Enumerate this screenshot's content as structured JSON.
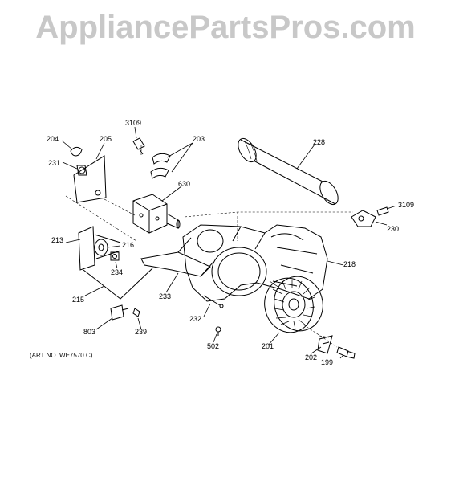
{
  "watermark": "AppliancePartsPros.com",
  "art_number": "(ART NO. WE7570 C)",
  "parts": [
    {
      "id": "p204",
      "label": "204"
    },
    {
      "id": "p205",
      "label": "205"
    },
    {
      "id": "p231",
      "label": "231"
    },
    {
      "id": "p3109a",
      "label": "3109"
    },
    {
      "id": "p203",
      "label": "203"
    },
    {
      "id": "p630",
      "label": "630"
    },
    {
      "id": "p228",
      "label": "228"
    },
    {
      "id": "p3109b",
      "label": "3109"
    },
    {
      "id": "p230",
      "label": "230"
    },
    {
      "id": "p213",
      "label": "213"
    },
    {
      "id": "p216",
      "label": "216"
    },
    {
      "id": "p234",
      "label": "234"
    },
    {
      "id": "p215",
      "label": "215"
    },
    {
      "id": "p233",
      "label": "233"
    },
    {
      "id": "p218",
      "label": "218"
    },
    {
      "id": "p232",
      "label": "232"
    },
    {
      "id": "p803",
      "label": "803"
    },
    {
      "id": "p239",
      "label": "239"
    },
    {
      "id": "p502",
      "label": "502"
    },
    {
      "id": "p201",
      "label": "201"
    },
    {
      "id": "p202",
      "label": "202"
    },
    {
      "id": "p199",
      "label": "199"
    }
  ]
}
